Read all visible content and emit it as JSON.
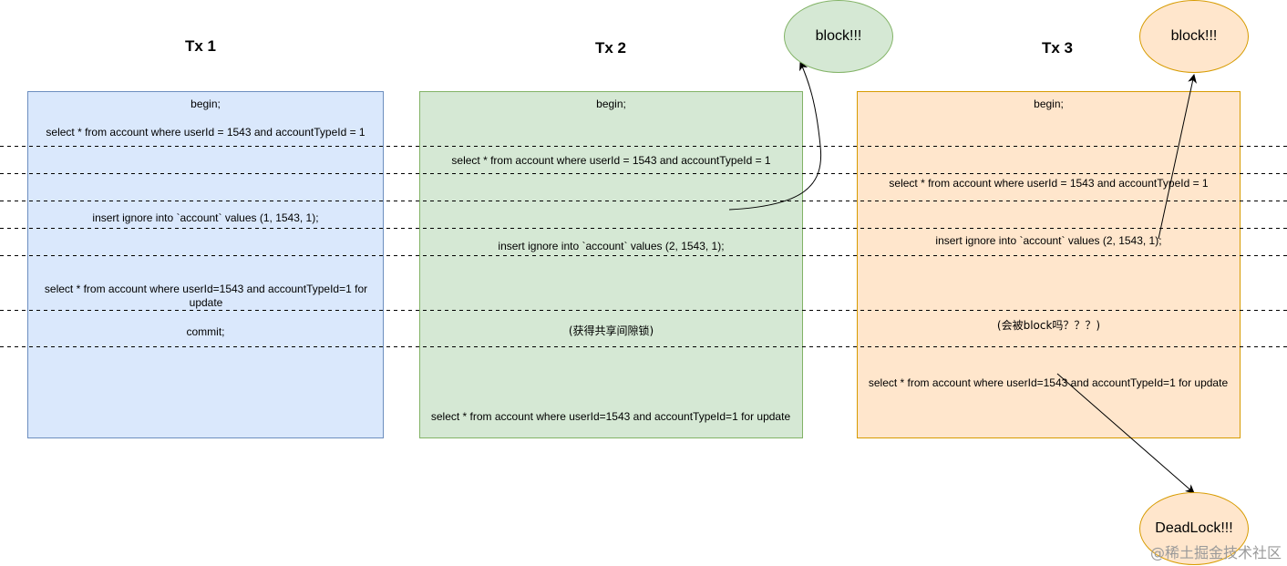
{
  "columns": [
    {
      "title": "Tx 1",
      "statements": {
        "begin": "begin;",
        "select_first": "select * from account where userId = 1543 and accountTypeId = 1",
        "insert": "insert ignore into `account` values (1, 1543, 1);",
        "select_for_update": "select * from account where userId=1543 and accountTypeId=1 for update",
        "commit": "commit;"
      }
    },
    {
      "title": "Tx 2",
      "statements": {
        "begin": "begin;",
        "select_first": "select * from account where userId = 1543 and accountTypeId = 1",
        "insert": "insert ignore into `account` values (2, 1543, 1);",
        "note": "(获得共享间隙锁)",
        "select_for_update": "select * from account where userId=1543 and accountTypeId=1 for update"
      }
    },
    {
      "title": "Tx 3",
      "statements": {
        "begin": "begin;",
        "select_first": "select * from account where userId = 1543 and accountTypeId = 1",
        "insert": "insert ignore into `account` values (2, 1543, 1);",
        "note": "(会被block吗？？？)",
        "select_for_update": "select * from account where userId=1543 and accountTypeId=1 for update"
      }
    }
  ],
  "callouts": {
    "tx2_block": "block!!!",
    "tx3_block": "block!!!",
    "deadlock": "DeadLock!!!"
  },
  "colors": {
    "tx1_fill": "#dae8fc",
    "tx1_stroke": "#6c8ebf",
    "tx2_fill": "#d5e8d4",
    "tx2_stroke": "#82b366",
    "tx3_fill": "#ffe6cc",
    "tx3_stroke": "#d79b00"
  },
  "watermark": "@稀土掘金技术社区"
}
